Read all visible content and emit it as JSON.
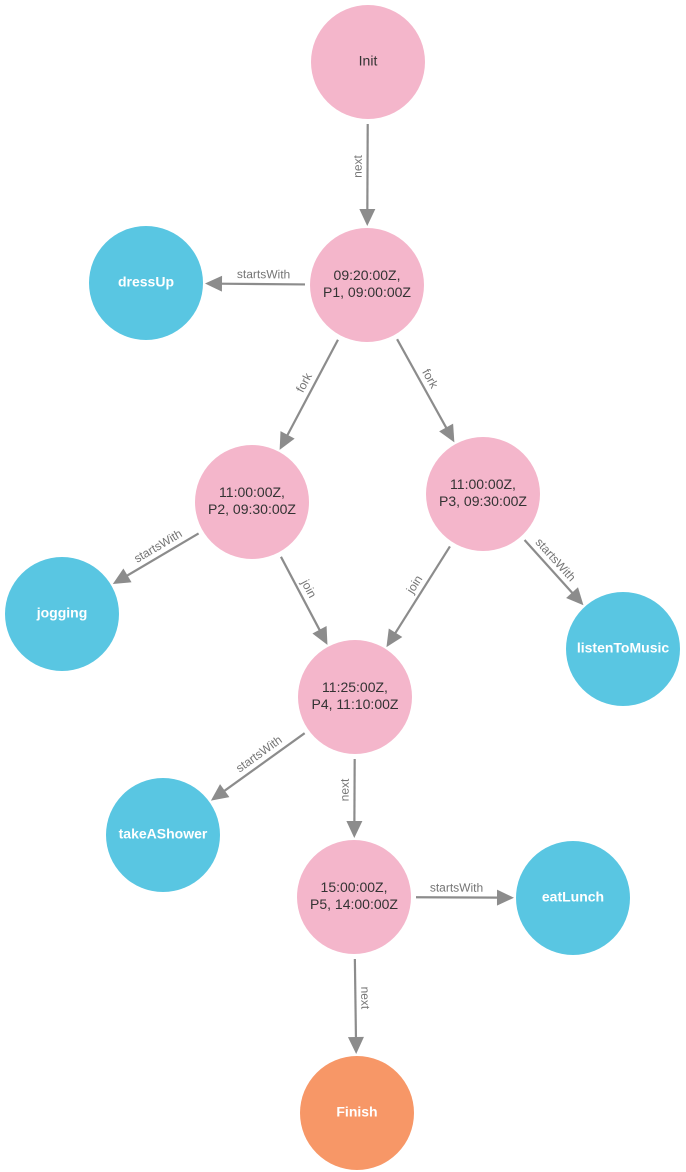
{
  "colors": {
    "event": "#f4b6cb",
    "activity": "#59c6e2",
    "finish": "#f79767",
    "edge": "#8c8c8c",
    "edge_text": "#757575",
    "node_text": "#333333",
    "light_text": "#ffffff"
  },
  "nodes": [
    {
      "id": "init",
      "kind": "event",
      "lines": [
        "Init"
      ]
    },
    {
      "id": "p1",
      "kind": "event",
      "lines": [
        "09:20:00Z,",
        "P1, 09:00:00Z"
      ]
    },
    {
      "id": "dressup",
      "kind": "activity",
      "lines": [
        "dressUp"
      ]
    },
    {
      "id": "p2",
      "kind": "event",
      "lines": [
        "11:00:00Z,",
        "P2, 09:30:00Z"
      ]
    },
    {
      "id": "p3",
      "kind": "event",
      "lines": [
        "11:00:00Z,",
        "P3, 09:30:00Z"
      ]
    },
    {
      "id": "jogging",
      "kind": "activity",
      "lines": [
        "jogging"
      ]
    },
    {
      "id": "listentomusic",
      "kind": "activity",
      "lines": [
        "listenToMusic"
      ]
    },
    {
      "id": "p4",
      "kind": "event",
      "lines": [
        "11:25:00Z,",
        "P4, 11:10:00Z"
      ]
    },
    {
      "id": "takeashower",
      "kind": "activity",
      "lines": [
        "takeAShower"
      ]
    },
    {
      "id": "p5",
      "kind": "event",
      "lines": [
        "15:00:00Z,",
        "P5, 14:00:00Z"
      ]
    },
    {
      "id": "eatlunch",
      "kind": "activity",
      "lines": [
        "eatLunch"
      ]
    },
    {
      "id": "finish",
      "kind": "finish",
      "lines": [
        "Finish"
      ]
    }
  ],
  "edges": [
    {
      "from": "init",
      "to": "p1",
      "label": "next"
    },
    {
      "from": "p1",
      "to": "dressup",
      "label": "startsWith"
    },
    {
      "from": "p1",
      "to": "p2",
      "label": "fork"
    },
    {
      "from": "p1",
      "to": "p3",
      "label": "fork"
    },
    {
      "from": "p2",
      "to": "jogging",
      "label": "startsWith"
    },
    {
      "from": "p2",
      "to": "p4",
      "label": "join"
    },
    {
      "from": "p3",
      "to": "p4",
      "label": "join"
    },
    {
      "from": "p3",
      "to": "listentomusic",
      "label": "startsWith"
    },
    {
      "from": "p4",
      "to": "takeashower",
      "label": "startsWith"
    },
    {
      "from": "p4",
      "to": "p5",
      "label": "next"
    },
    {
      "from": "p5",
      "to": "eatlunch",
      "label": "startsWith"
    },
    {
      "from": "p5",
      "to": "finish",
      "label": "next"
    }
  ]
}
